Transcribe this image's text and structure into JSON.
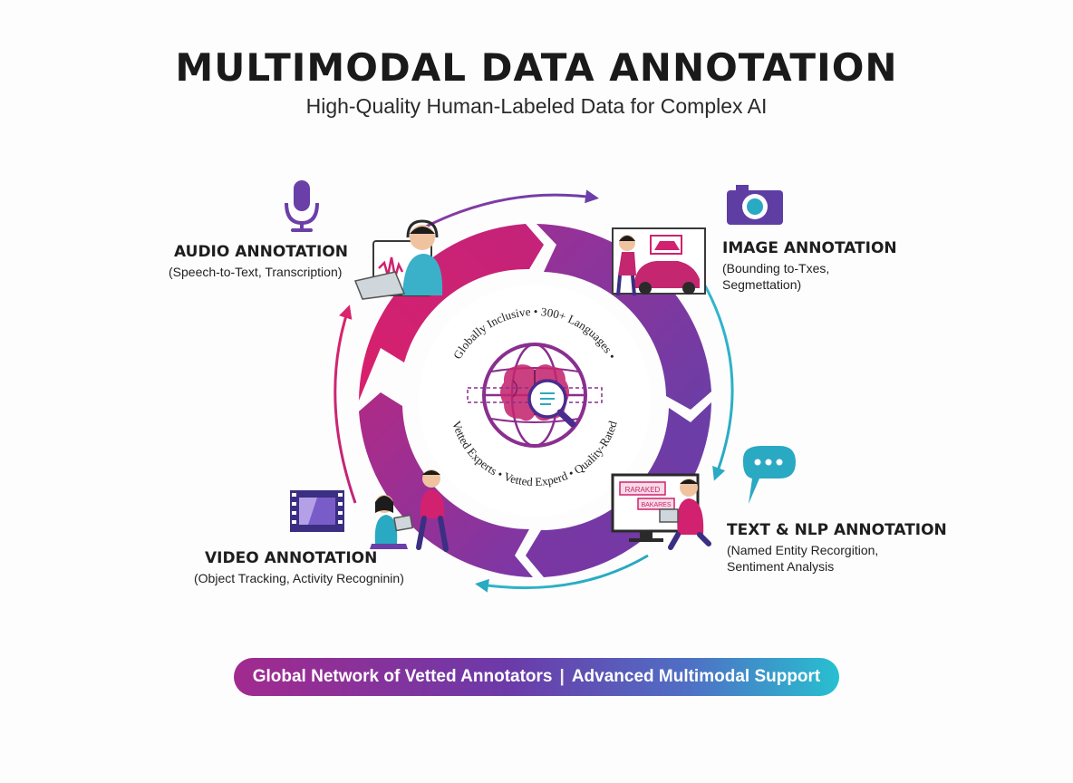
{
  "header": {
    "title": "MULTIMODAL DATA ANNOTATION",
    "subtitle": "High-Quality Human-Labeled Data for Complex AI"
  },
  "segments": {
    "audio": {
      "title": "AUDIO ANNOTATION",
      "desc": "(Speech-to-Text, Transcription)",
      "icon": "microphone-icon"
    },
    "image": {
      "title": "IMAGE ANNOTATION",
      "desc_line1": "(Bounding to-Txes,",
      "desc_line2": "Segmettation)",
      "icon": "camera-icon"
    },
    "video": {
      "title": "VIDEO ANNOTATION",
      "desc": "(Object Tracking, Activity Recogninin)",
      "icon": "film-strip-icon"
    },
    "text": {
      "title": "TEXT & NLP ANNOTATION",
      "desc_line1": "(Named Entity Recorgition,",
      "desc_line2": "Sentiment Analysis",
      "icon": "chat-bubble-icon"
    }
  },
  "hub": {
    "ring_text_top": "Globally Inclusive  •  300+ Languages  •",
    "ring_text_bottom": "Vetted Experts  •  Vetted Experd  •  Quality-Rated",
    "icon": "brain-globe-magnifier-icon",
    "screen_tags": [
      "RARAKED",
      "BAKARES"
    ]
  },
  "footer": {
    "left": "Global Network of Vetted Annotators",
    "separator": "|",
    "right": "Advanced Multimodal Support"
  },
  "colors": {
    "magenta": "#d1216f",
    "purple": "#6f3fa8",
    "violet": "#7a3aa6",
    "teal": "#2bb7c9",
    "dark": "#1a1a1a"
  }
}
